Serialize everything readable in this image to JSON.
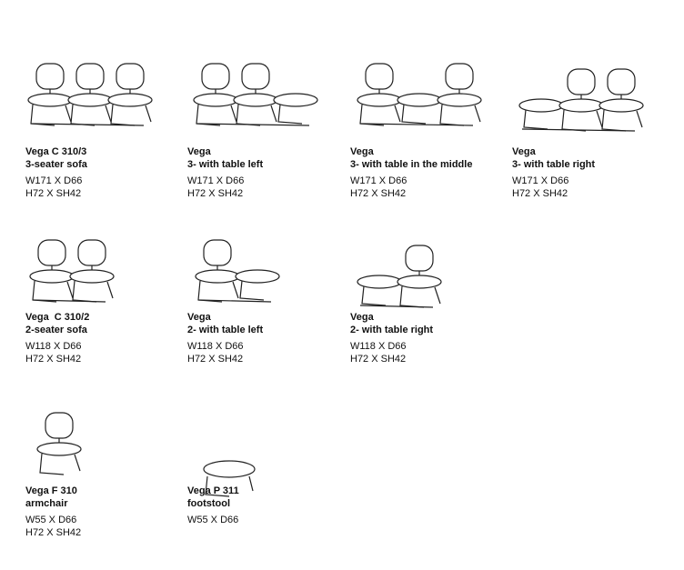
{
  "products": [
    {
      "name": "Vega C 310/3",
      "description": "3-seater sofa",
      "dimensions": [
        "W171 X D66",
        "H72 X SH42"
      ],
      "illustration": "three-seater-sofa-icon",
      "units": [
        "seat",
        "seat",
        "seat"
      ]
    },
    {
      "name": "Vega",
      "description": "3- with table left",
      "dimensions": [
        "W171 X D66",
        "H72 X SH42"
      ],
      "illustration": "three-seater-table-left-icon",
      "units": [
        "seat",
        "seat",
        "table"
      ]
    },
    {
      "name": "Vega",
      "description": "3- with table in the middle",
      "dimensions": [
        "W171 X D66",
        "H72 X SH42"
      ],
      "illustration": "three-seater-table-middle-icon",
      "units": [
        "seat",
        "table",
        "seat"
      ]
    },
    {
      "name": "Vega",
      "description": "3- with table right",
      "dimensions": [
        "W171 X D66",
        "H72 X SH42"
      ],
      "illustration": "three-seater-table-right-icon",
      "units": [
        "table",
        "seat",
        "seat"
      ]
    },
    {
      "name": "Vega  C 310/2",
      "description": "2-seater sofa",
      "dimensions": [
        "W118 X D66",
        "H72 X SH42"
      ],
      "illustration": "two-seater-sofa-icon",
      "units": [
        "seat",
        "seat"
      ]
    },
    {
      "name": "Vega",
      "description": "2- with table left",
      "dimensions": [
        "W118 X D66",
        "H72 X SH42"
      ],
      "illustration": "two-seater-table-left-icon",
      "units": [
        "seat",
        "table"
      ]
    },
    {
      "name": "Vega",
      "description": "2- with table right",
      "dimensions": [
        "W118 X D66",
        "H72 X SH42"
      ],
      "illustration": "two-seater-table-right-icon",
      "units": [
        "table",
        "seat"
      ]
    },
    {
      "name": "Vega F 310",
      "description": "armchair",
      "dimensions": [
        "W55 X D66",
        "H72 X SH42"
      ],
      "illustration": "armchair-icon",
      "units": [
        "seat"
      ]
    },
    {
      "name": "Vega P 311",
      "description": "footstool",
      "dimensions": [
        "W55 X D66"
      ],
      "illustration": "footstool-icon",
      "units": [
        "stool"
      ]
    }
  ]
}
